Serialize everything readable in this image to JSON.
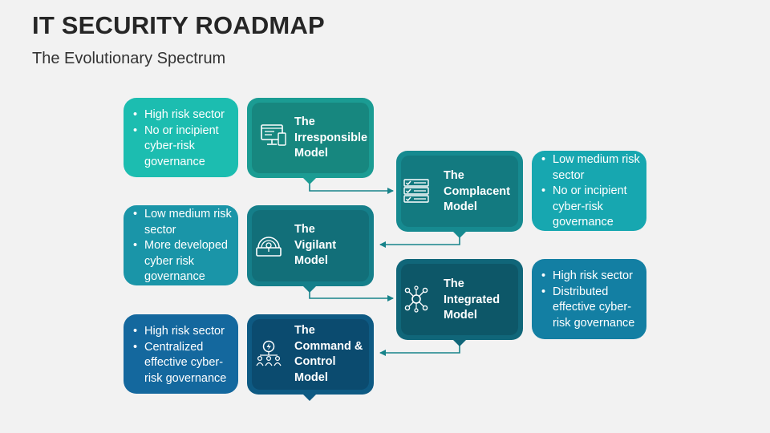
{
  "title": "IT SECURITY ROADMAP",
  "subtitle": "The Evolutionary Spectrum",
  "models": [
    {
      "label": [
        "The",
        "Irresponsible",
        "Model"
      ],
      "icon": "computer-checklist-icon",
      "color": "#1b9c93",
      "inner": "#17877f"
    },
    {
      "label": [
        "The",
        "Complacent",
        "Model"
      ],
      "icon": "checklist-icon",
      "color": "#168a90",
      "inner": "#137a80"
    },
    {
      "label": [
        "The",
        "Vigilant",
        "Model"
      ],
      "icon": "safe-vault-icon",
      "color": "#157f8a",
      "inner": "#126f79"
    },
    {
      "label": [
        "The",
        "Integrated",
        "Model"
      ],
      "icon": "network-hub-icon",
      "color": "#106679",
      "inner": "#0d5768"
    },
    {
      "label": [
        "The",
        "Command &",
        "Control",
        "Model"
      ],
      "icon": "team-lightning-icon",
      "color": "#0e5a83",
      "inner": "#0b4b6f"
    }
  ],
  "info": [
    {
      "bullets": [
        "High risk sector",
        "No or incipient cyber-risk governance"
      ],
      "color": "#1cbdb0"
    },
    {
      "bullets": [
        "Low medium risk sector",
        "No or incipient cyber-risk governance"
      ],
      "color": "#17a7b0"
    },
    {
      "bullets": [
        "Low medium risk sector",
        "More developed cyber risk governance"
      ],
      "color": "#1a95a8"
    },
    {
      "bullets": [
        "High risk sector",
        "Distributed effective cyber-risk governance"
      ],
      "color": "#137fa3"
    },
    {
      "bullets": [
        "High risk sector",
        "Centralized effective cyber-risk governance"
      ],
      "color": "#14689e"
    }
  ]
}
